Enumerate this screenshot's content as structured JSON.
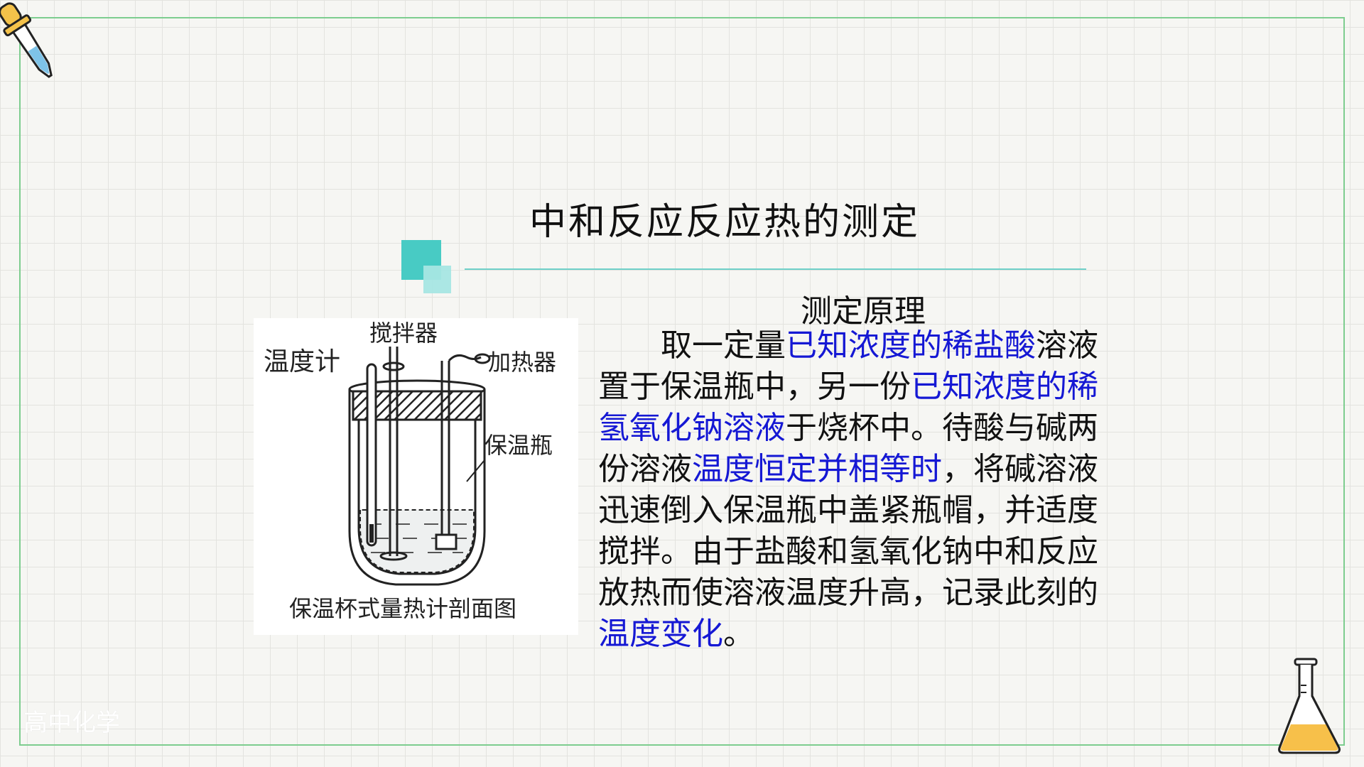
{
  "slide": {
    "title": "中和反应反应热的测定",
    "subtitle": "测定原理",
    "paragraph": [
      {
        "text": "　　取一定量",
        "highlight": false
      },
      {
        "text": "已知浓度的稀盐酸",
        "highlight": true
      },
      {
        "text": "溶液置于保温瓶中，另一份",
        "highlight": false
      },
      {
        "text": "已知浓度的稀氢氧化钠溶液",
        "highlight": true
      },
      {
        "text": "于烧杯中。待酸与碱两份溶液",
        "highlight": false
      },
      {
        "text": "温度恒定并相等时",
        "highlight": true
      },
      {
        "text": "，将碱溶液迅速倒入保温瓶中盖紧瓶帽，并适度搅拌。由于盐酸和氢氧化钠中和反应放热而使溶液温度升高，记录此刻的",
        "highlight": false
      },
      {
        "text": "温度变化",
        "highlight": true
      },
      {
        "text": "。",
        "highlight": false
      }
    ],
    "footer": "高中化学"
  },
  "figure": {
    "labels": {
      "stirrer": "搅拌器",
      "thermometer": "温度计",
      "heater": "加热器",
      "flask": "保温瓶",
      "caption": "保温杯式量热计剖面图"
    }
  },
  "colors": {
    "highlight": "#1518d4",
    "frame": "#7dcd8f",
    "accent_teal": "#48cbc4",
    "accent_light": "#a7e6e3"
  },
  "icons": [
    "dropper-icon",
    "flask-icon"
  ]
}
